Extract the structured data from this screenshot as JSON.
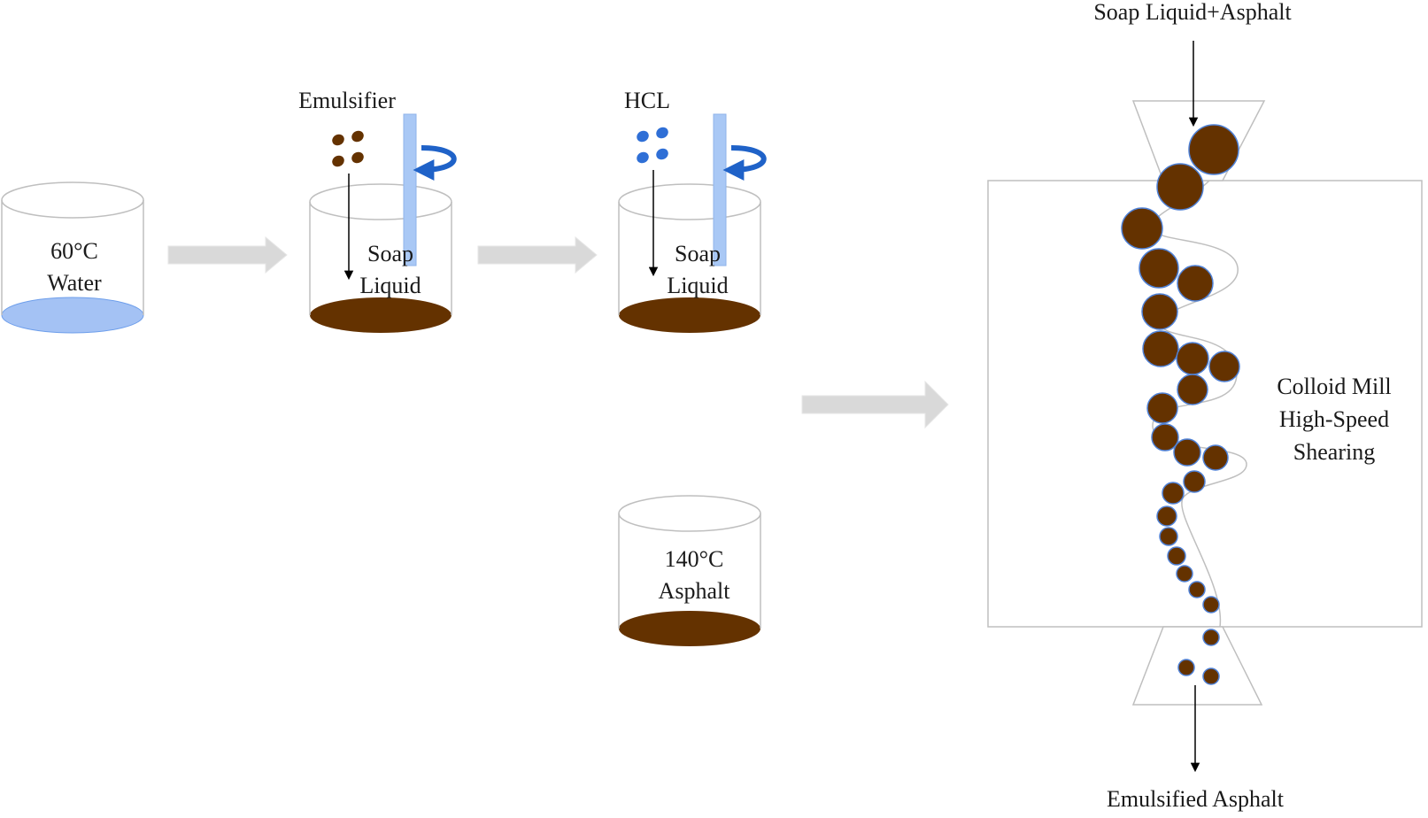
{
  "colors": {
    "asphalt": "#643200",
    "water": "#a4c2f4",
    "hcl_drop": "#2f6fd6",
    "stir_rod": "#a9c8f5",
    "rotation_arrow": "#1f62c8",
    "flow_arrow": "#d9d9d9",
    "outline": "#bfbfbf"
  },
  "labels": {
    "water_temp": "60°C",
    "water": "Water",
    "emulsifier": "Emulsifier",
    "hcl": "HCL",
    "soap_1": "Soap",
    "liquid_1": "Liquid",
    "soap_2": "Soap",
    "liquid_2": "Liquid",
    "asphalt_temp": "140°C",
    "asphalt": "Asphalt",
    "mill_input": "Soap Liquid+Asphalt",
    "mill_line1": "Colloid Mill",
    "mill_line2": "High-Speed",
    "mill_line3": "Shearing",
    "mill_output": "Emulsified Asphalt"
  },
  "icons": [
    "beaker-icon",
    "stir-rod-icon",
    "rotation-arrow-icon",
    "droplet-icon",
    "flow-arrow-icon",
    "colloid-mill-icon"
  ]
}
